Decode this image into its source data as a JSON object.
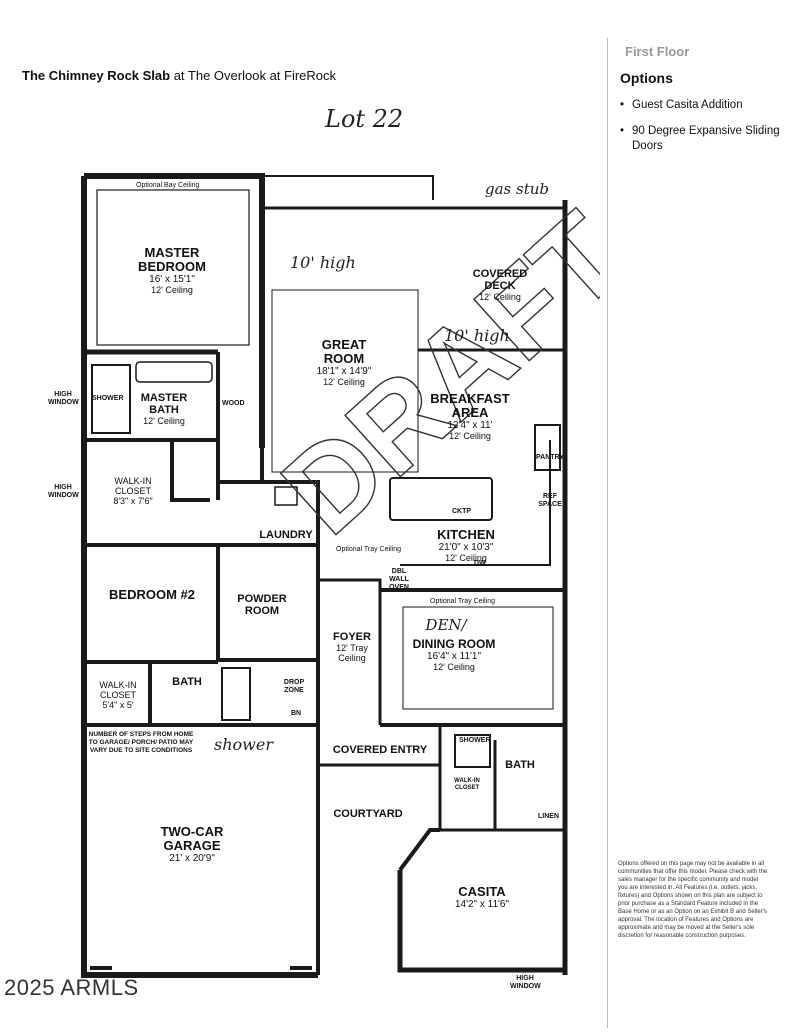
{
  "header": {
    "title_bold": "The Chimney Rock Slab",
    "title_rest": " at The Overlook at FireRock",
    "handwritten_lot": "Lot 22"
  },
  "sidebar": {
    "floor": "First Floor",
    "options_heading": "Options",
    "options": [
      "Guest Casita Addition",
      "90 Degree Expansive Sliding Doors"
    ],
    "disclaimer": "Options offered on this page may not be available in all communities that offer this model. Please check with the sales manager for the specific community and model you are interested in. All Features (i.e. outlets, jacks, fixtures) and Options shown on this plan are subject to prior purchase as a Standard Feature included in the Base Home or as an Option on an Exhibit B and Seller's approval. The location of Features and Options are approximate and may be moved at the Seller's sole discretion for reasonable construction purposes."
  },
  "rooms": {
    "master_bedroom": {
      "name1": "MASTER",
      "name2": "BEDROOM",
      "dims": "16' x 15'1\"",
      "ceiling": "12' Ceiling"
    },
    "great_room": {
      "name1": "GREAT",
      "name2": "ROOM",
      "dims": "18'1\" x 14'9\"",
      "ceiling": "12' Ceiling"
    },
    "covered_deck": {
      "name1": "COVERED",
      "name2": "DECK",
      "ceiling": "12' Ceiling"
    },
    "breakfast": {
      "name1": "BREAKFAST",
      "name2": "AREA",
      "dims": "12'4\" x 11'",
      "ceiling": "12' Ceiling"
    },
    "master_bath": {
      "name1": "MASTER",
      "name2": "BATH",
      "ceiling": "12' Ceiling"
    },
    "walk_in_closet": {
      "name1": "WALK-IN",
      "name2": "CLOSET",
      "dims": "8'3\" x 7'6\""
    },
    "laundry": {
      "name": "LAUNDRY"
    },
    "kitchen": {
      "name": "KITCHEN",
      "dims": "21'0\" x 10'3\"",
      "ceiling": "12' Ceiling"
    },
    "bedroom2": {
      "name": "BEDROOM #2"
    },
    "powder": {
      "name1": "POWDER",
      "name2": "ROOM"
    },
    "foyer": {
      "name": "FOYER",
      "ceiling1": "12' Tray",
      "ceiling2": "Ceiling"
    },
    "dining": {
      "name_hand": "DEN/",
      "name": "DINING ROOM",
      "dims": "16'4\" x 11'1\"",
      "ceiling": "12' Ceiling"
    },
    "walkin_closet2": {
      "name1": "WALK-IN",
      "name2": "CLOSET",
      "dims": "5'4\" x 5'"
    },
    "bath2": {
      "name": "BATH"
    },
    "drop_zone": {
      "name1": "DROP",
      "name2": "ZONE"
    },
    "garage": {
      "name1": "TWO-CAR",
      "name2": "GARAGE",
      "dims": "21' x 20'9\""
    },
    "covered_entry": {
      "name": "COVERED ENTRY"
    },
    "courtyard": {
      "name": "COURTYARD"
    },
    "casita": {
      "name": "CASITA",
      "dims": "14'2\" x 11'6\""
    },
    "casita_bath": {
      "name": "BATH"
    },
    "casita_closet": {
      "name1": "WALK-IN",
      "name2": "CLOSET"
    }
  },
  "small_labels": {
    "optional_bay": "Optional Bay Ceiling",
    "high_window1": "HIGH WINDOW",
    "high_window2": "HIGH WINDOW",
    "high_window3": "HIGH WINDOW",
    "shower": "SHOWER",
    "shower2": "SHOWER",
    "wood": "WOOD",
    "pantry": "PANTRY",
    "ref_space": "REF SPACE",
    "cktp": "CKTP",
    "dw": "DW",
    "wall_oven": "DBL WALL OVEN",
    "optional_tray": "Optional Tray Ceiling",
    "optional_tray2": "Optional Tray Ceiling",
    "linen": "LINEN",
    "steps_note": "NUMBER OF STEPS FROM HOME TO GARAGE/ PORCH/ PATIO MAY VARY DUE TO SITE CONDITIONS",
    "bn": "BN"
  },
  "handwritten": {
    "gas_stub": "gas stub",
    "ten_high_1": "10' high",
    "ten_high_2": "10' high",
    "shower_note": "shower",
    "draft_watermark": "DRAFT"
  },
  "footer": {
    "copyright": "2025 ARMLS"
  }
}
